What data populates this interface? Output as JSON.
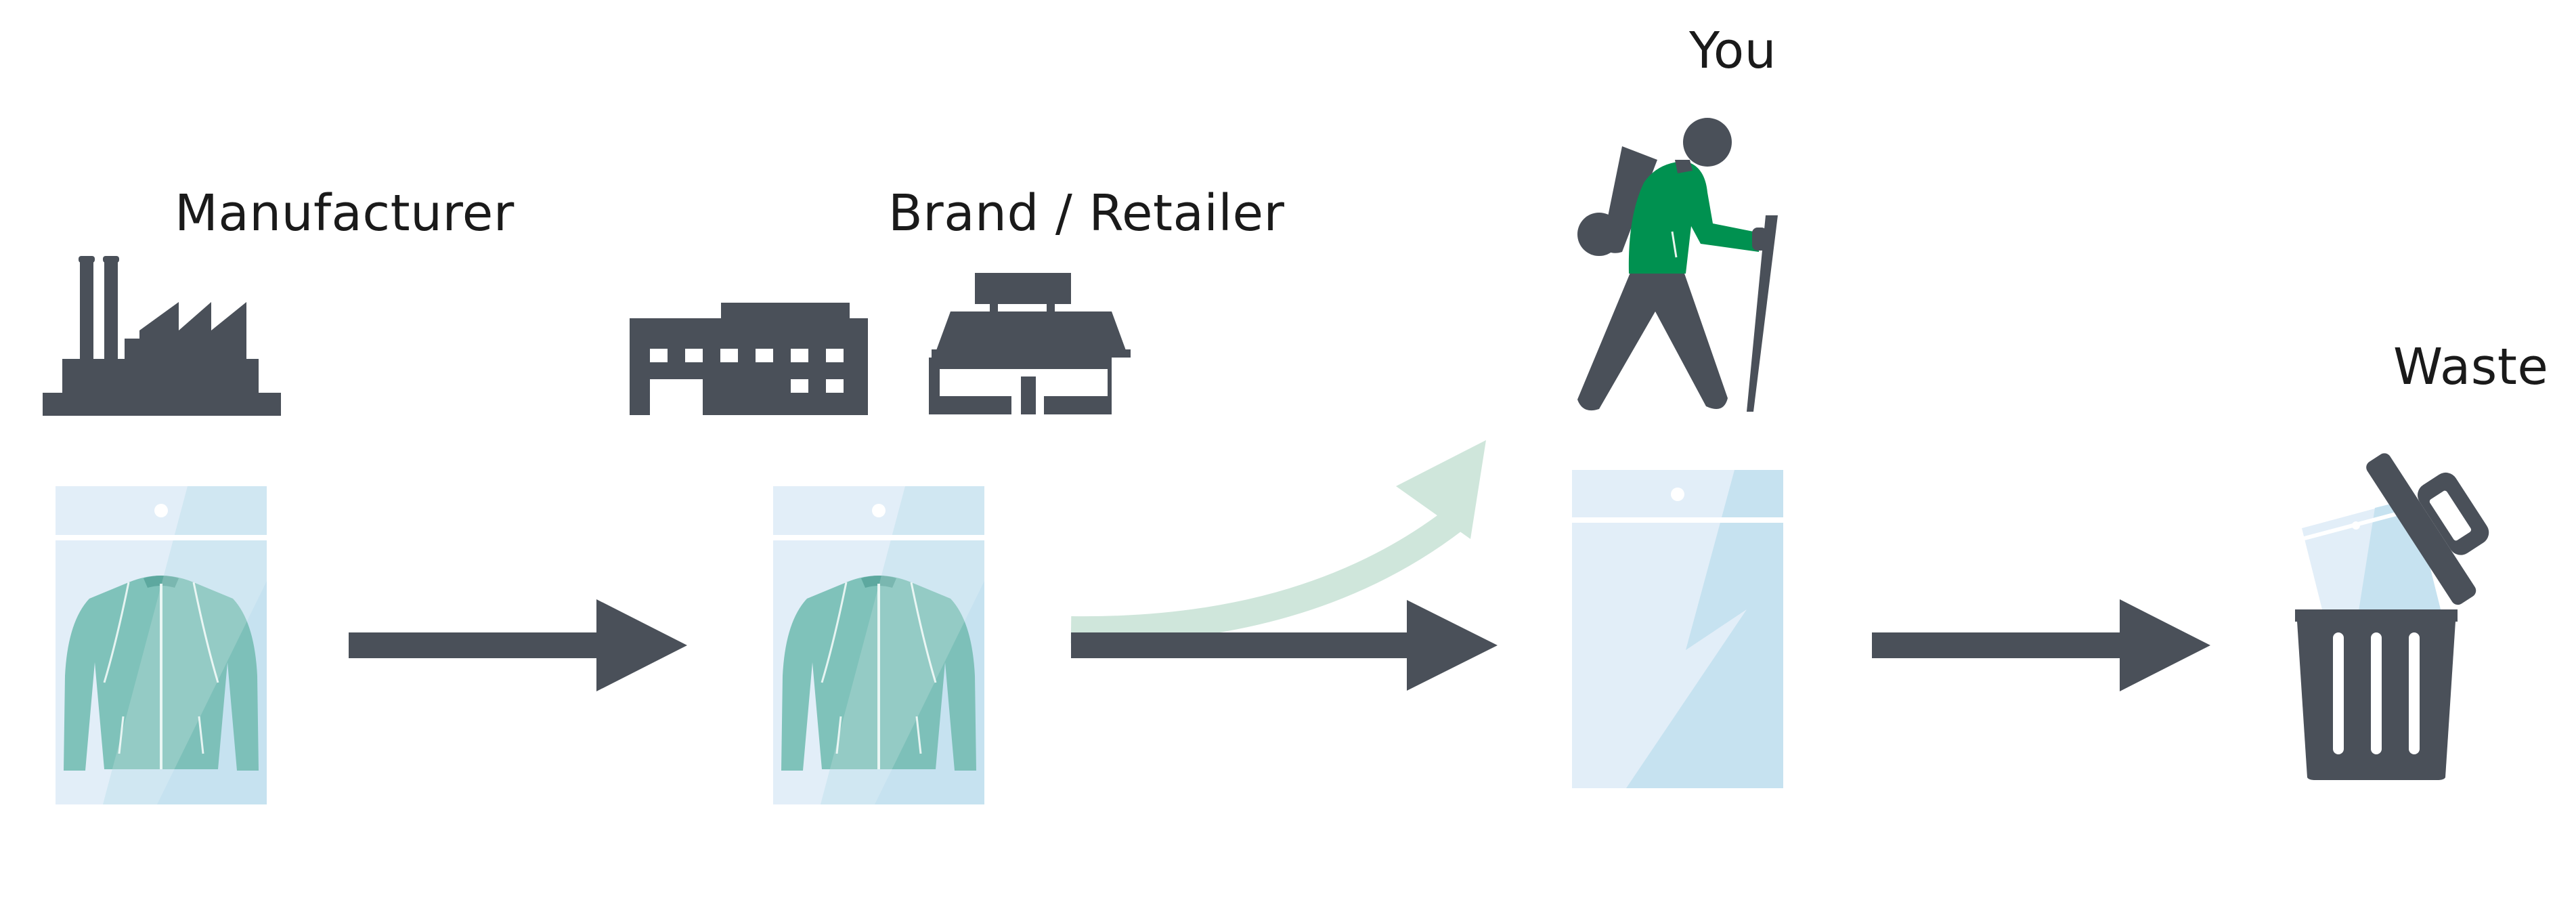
{
  "stages": {
    "manufacturer": {
      "label": "Manufacturer"
    },
    "brand_retailer": {
      "label": "Brand / Retailer"
    },
    "you": {
      "label": "You"
    },
    "waste": {
      "label": "Waste"
    }
  },
  "icons": {
    "manufacturer": "factory-icon",
    "brand_1": "warehouse-icon",
    "brand_2": "store-icon",
    "you": "hiker-icon",
    "waste": "trash-can-icon",
    "product": "jacket-in-polybag-icon",
    "empty_bag": "empty-polybag-icon"
  },
  "colors": {
    "icon_dark": "#4a5059",
    "bag_light": "#e2eef8",
    "bag_mid": "#c6e2f0",
    "jacket": "#74bcb3",
    "hiker_shirt": "#009150",
    "curve_arrow": "#cfe6db"
  }
}
